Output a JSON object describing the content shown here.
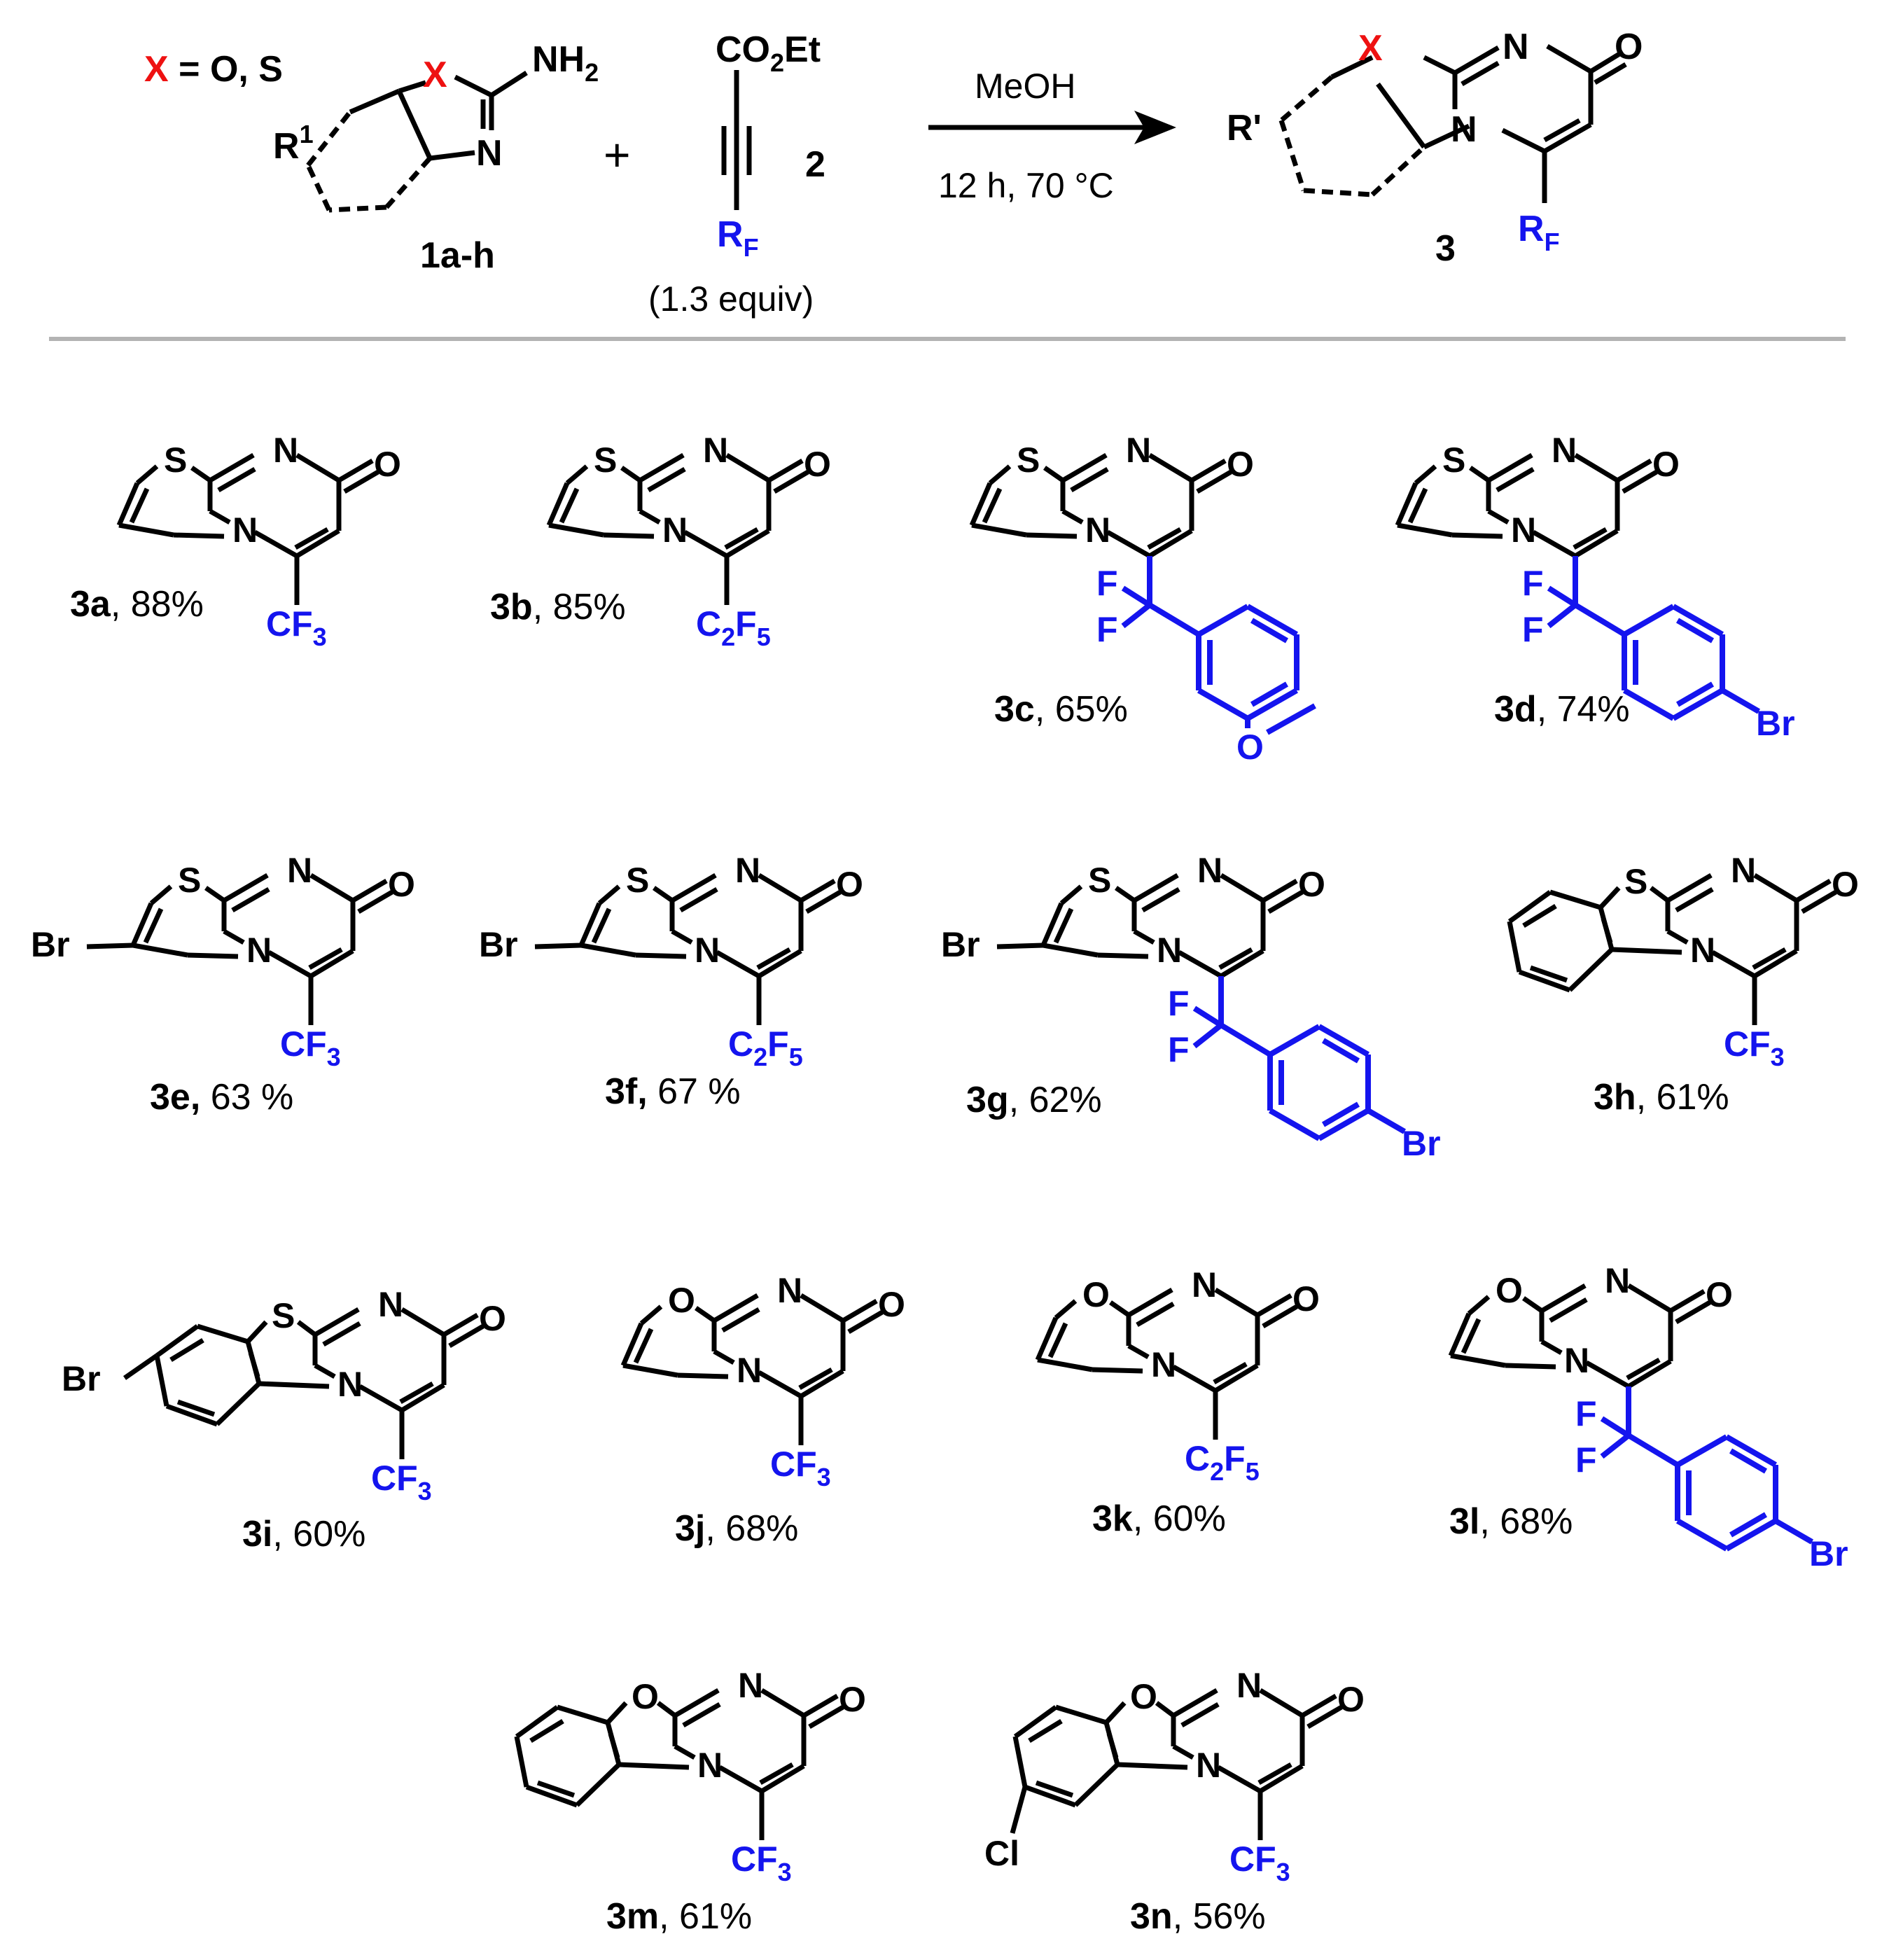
{
  "colors": {
    "ink": "#000000",
    "rf_blue": "#1414ee",
    "x_red": "#ee1111",
    "rule_gray": "#b3b3b3"
  },
  "header": {
    "x_def_red": "X",
    "x_def_rest": " = O, S",
    "sm1": {
      "r1": "R",
      "r1_sup": "1",
      "x": "X",
      "nh2": "NH",
      "nh2_sub": "2",
      "n": "N",
      "label": "1a-h"
    },
    "plus": "+",
    "sm2": {
      "co2et_a": "CO",
      "co2et_sub": "2",
      "co2et_b": "Et",
      "rf": "R",
      "rf_sub": "F",
      "number": "2",
      "equiv": "(1.3 equiv)"
    },
    "conditions": {
      "solvent": "MeOH",
      "time_temp": "12 h, 70 °C"
    },
    "product": {
      "r_prime": "R'",
      "x": "X",
      "n_top": "N",
      "n_ring": "N",
      "o": "O",
      "rf": "R",
      "rf_sub": "F",
      "label": "3"
    }
  },
  "atoms": {
    "S": "S",
    "O": "O",
    "N": "N",
    "F": "F",
    "Br": "Br",
    "Cl": "Cl"
  },
  "rf_groups": {
    "cf3": {
      "a": "CF",
      "sub": "3"
    },
    "c2f5": {
      "a": "C",
      "sub1": "2",
      "b": "F",
      "sub2": "5"
    }
  },
  "compounds": [
    {
      "id": "3a",
      "yield": "88%"
    },
    {
      "id": "3b",
      "yield": "85%"
    },
    {
      "id": "3c",
      "yield": "65%"
    },
    {
      "id": "3d",
      "yield": "74%"
    },
    {
      "id": "3e,",
      "yield": "63 %"
    },
    {
      "id": "3f,",
      "yield": "67 %"
    },
    {
      "id": "3g",
      "yield": "62%"
    },
    {
      "id": "3h",
      "yield": "61%"
    },
    {
      "id": "3i",
      "yield": "60%"
    },
    {
      "id": "3j",
      "yield": "68%"
    },
    {
      "id": "3k",
      "yield": "60%"
    },
    {
      "id": "3l",
      "yield": "68%"
    },
    {
      "id": "3m",
      "yield": "61%"
    },
    {
      "id": "3n",
      "yield": "56%"
    }
  ]
}
